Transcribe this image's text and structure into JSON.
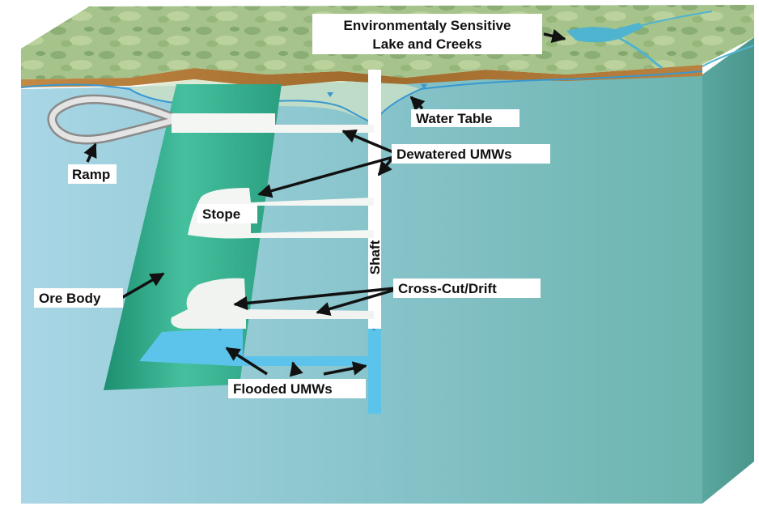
{
  "labels": {
    "lake_line1": "Environmentaly Sensitive",
    "lake_line2": "Lake and Creeks",
    "water_table": "Water Table",
    "ramp": "Ramp",
    "dewatered": "Dewatered UMWs",
    "stope": "Stope",
    "shaft": "Shaft",
    "ore_body": "Ore Body",
    "cross_cut": "Cross-Cut/Drift",
    "flooded": "Flooded UMWs"
  },
  "colors": {
    "block_front": "#7fc2c6",
    "block_side": "#5faaa5",
    "surface_green": "#9fbf84",
    "soil_band": "#b07a3a",
    "ore_body": "#2fa888",
    "workings_white": "#ffffff",
    "flood_water": "#5cc4ea",
    "water_table_line": "#3a97d0",
    "arrow": "#111111"
  }
}
